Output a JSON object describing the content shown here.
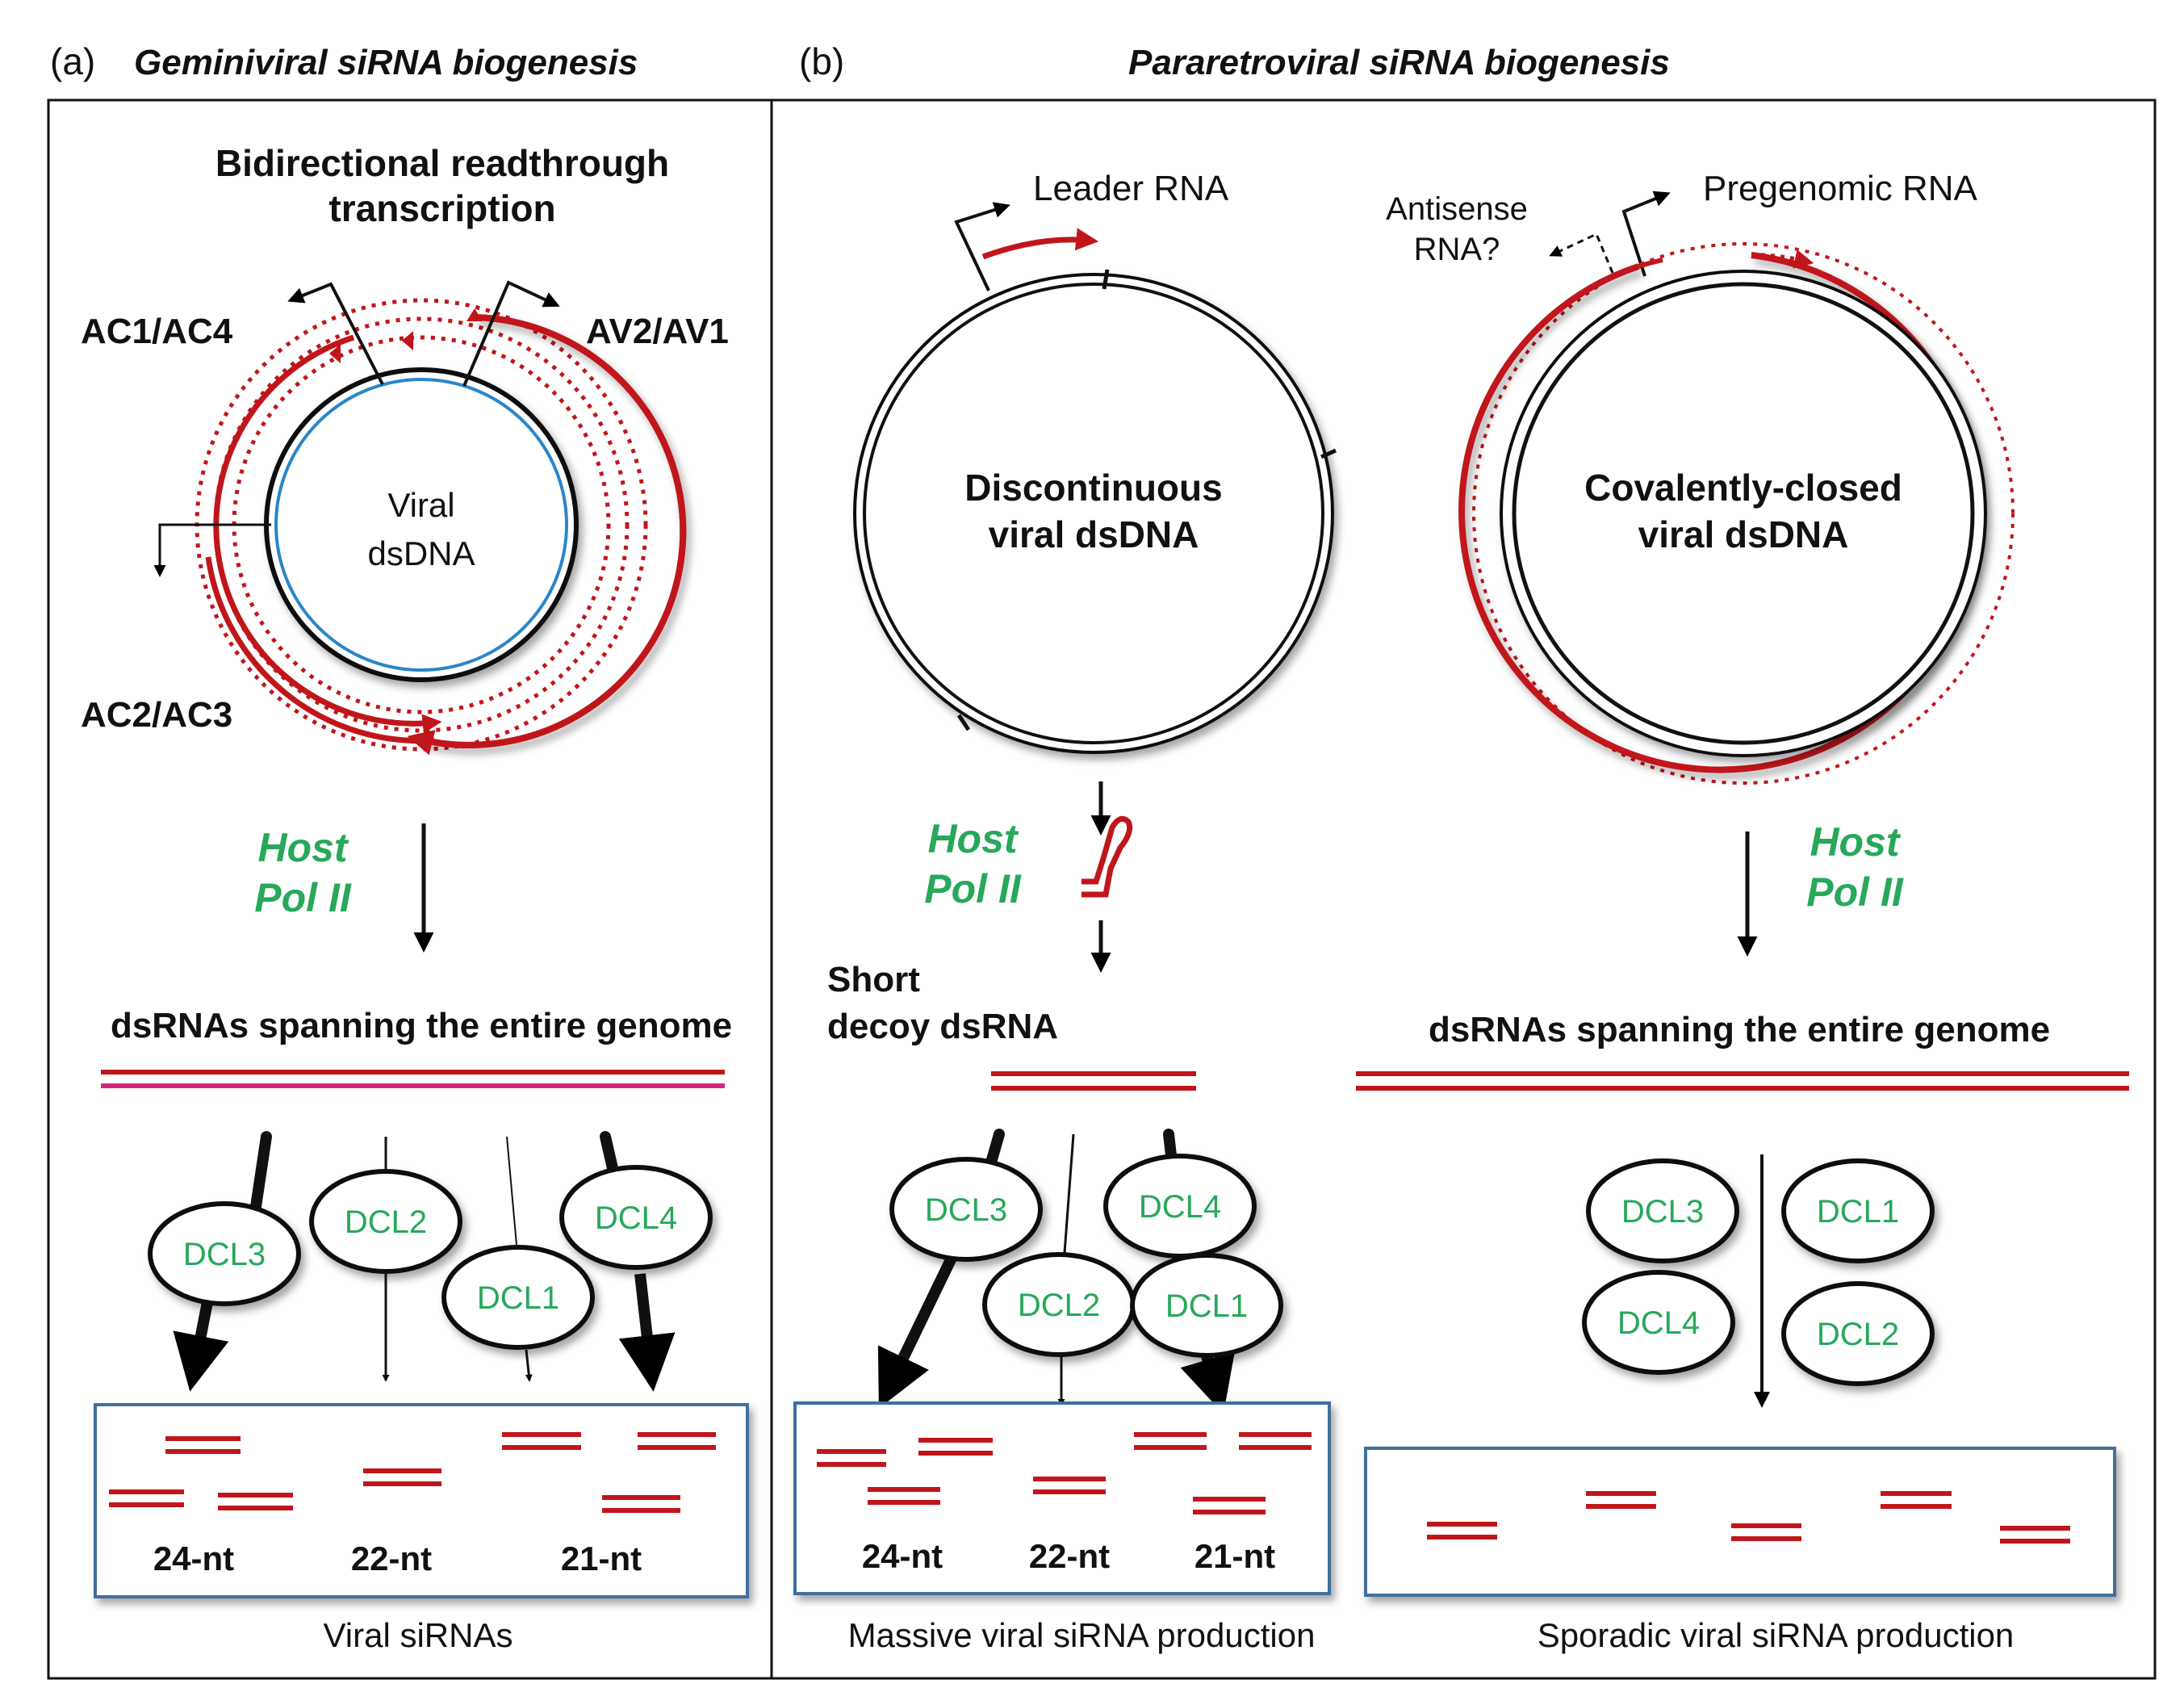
{
  "colors": {
    "rna": "#c0161b",
    "dna_inner": "#2a86c8",
    "host": "#27a85a",
    "pink": "#d1287a",
    "box": "#3f6f9c"
  },
  "panel_a": {
    "letter": "(a)",
    "title": "Geminiviral siRNA biogenesis",
    "transcription_line1": "Bidirectional readthrough",
    "transcription_line2": "transcription",
    "gene_left_top": "AC1/AC4",
    "gene_right_top": "AV2/AV1",
    "gene_left_bottom": "AC2/AC3",
    "circle_line1": "Viral",
    "circle_line2": "dsDNA",
    "host_line1": "Host",
    "host_line2": "Pol II",
    "dsrna_label": "dsRNAs spanning the entire genome",
    "dcls": [
      "DCL3",
      "DCL2",
      "DCL1",
      "DCL4"
    ],
    "sizes": [
      "24-nt",
      "22-nt",
      "21-nt"
    ],
    "caption": "Viral siRNAs"
  },
  "panel_b": {
    "letter": "(b)",
    "title": "Pararetroviral siRNA biogenesis",
    "leader": "Leader RNA",
    "disc_line1": "Discontinuous",
    "disc_line2": "viral dsDNA",
    "host_line1": "Host",
    "host_line2": "Pol II",
    "decoy_line1": "Short",
    "decoy_line2": "decoy  dsRNA",
    "dcls": [
      "DCL3",
      "DCL4",
      "DCL2",
      "DCL1"
    ],
    "sizes": [
      "24-nt",
      "22-nt",
      "21-nt"
    ],
    "caption": "Massive viral siRNA production"
  },
  "panel_c": {
    "antisense_line1": "Antisense",
    "antisense_line2": "RNA?",
    "pregenomic": "Pregenomic RNA",
    "closed_line1": "Covalently-closed",
    "closed_line2": "viral dsDNA",
    "host_line1": "Host",
    "host_line2": "Pol II",
    "dsrna_label": "dsRNAs spanning the entire genome",
    "dcls": [
      "DCL3",
      "DCL1",
      "DCL4",
      "DCL2"
    ],
    "caption": "Sporadic viral siRNA production"
  }
}
